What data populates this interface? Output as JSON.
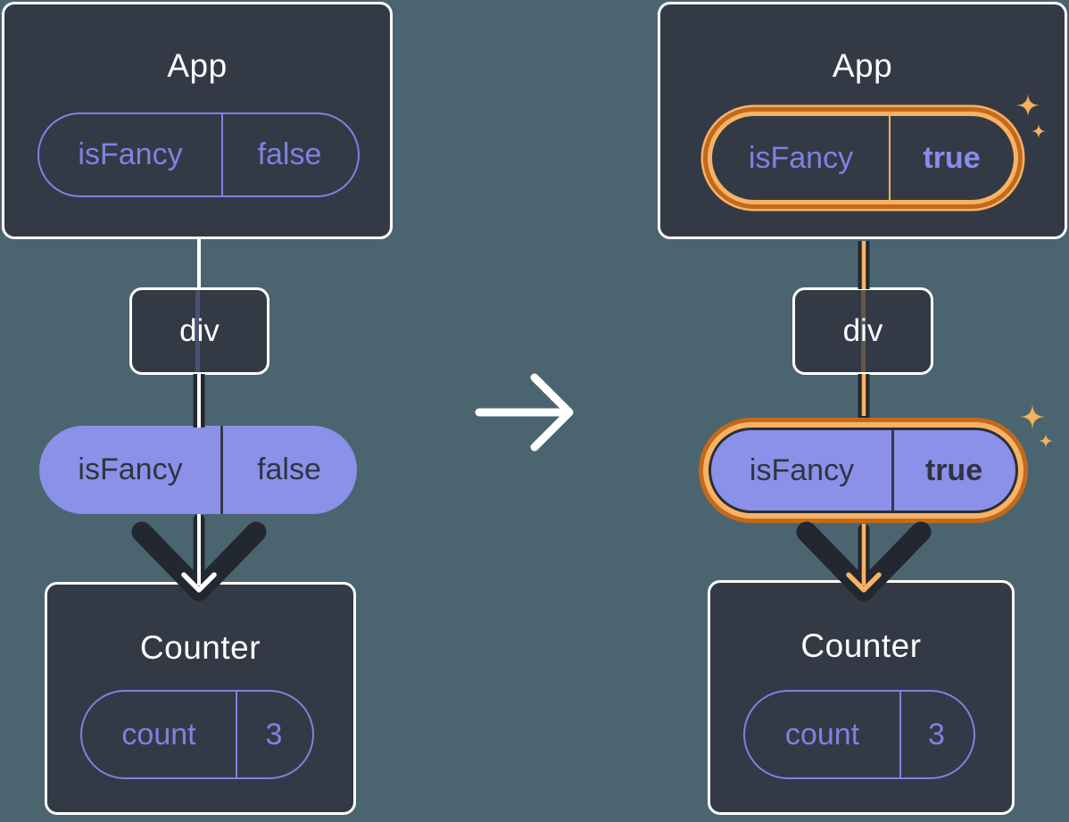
{
  "diagram": {
    "before": {
      "app": {
        "title": "App",
        "prop": {
          "name": "isFancy",
          "value": "false"
        }
      },
      "div_node": {
        "label": "div"
      },
      "passed_prop": {
        "name": "isFancy",
        "value": "false"
      },
      "counter": {
        "title": "Counter",
        "state": {
          "name": "count",
          "value": "3"
        }
      }
    },
    "after": {
      "app": {
        "title": "App",
        "prop": {
          "name": "isFancy",
          "value": "true"
        }
      },
      "div_node": {
        "label": "div"
      },
      "passed_prop": {
        "name": "isFancy",
        "value": "true"
      },
      "counter": {
        "title": "Counter",
        "state": {
          "name": "count",
          "value": "3"
        }
      }
    }
  },
  "icons": {
    "transition_arrow": "right-arrow-icon",
    "sparkle": "sparkle-icon",
    "flow_arrow": "down-arrow-icon"
  },
  "colors": {
    "background": "#4B6570",
    "card": "#333A46",
    "card_border": "#FFFFFF",
    "purple_fill": "#8B91E8",
    "purple_stroke": "#7C83E0",
    "purple_bright": "#878CEC",
    "dark_text": "#2F3540",
    "stem_dark": "#23272F",
    "orange_dark": "#C3691B",
    "orange_light": "#F7B363",
    "sparkle": "#F5B15C",
    "white": "#FFFFFF"
  }
}
